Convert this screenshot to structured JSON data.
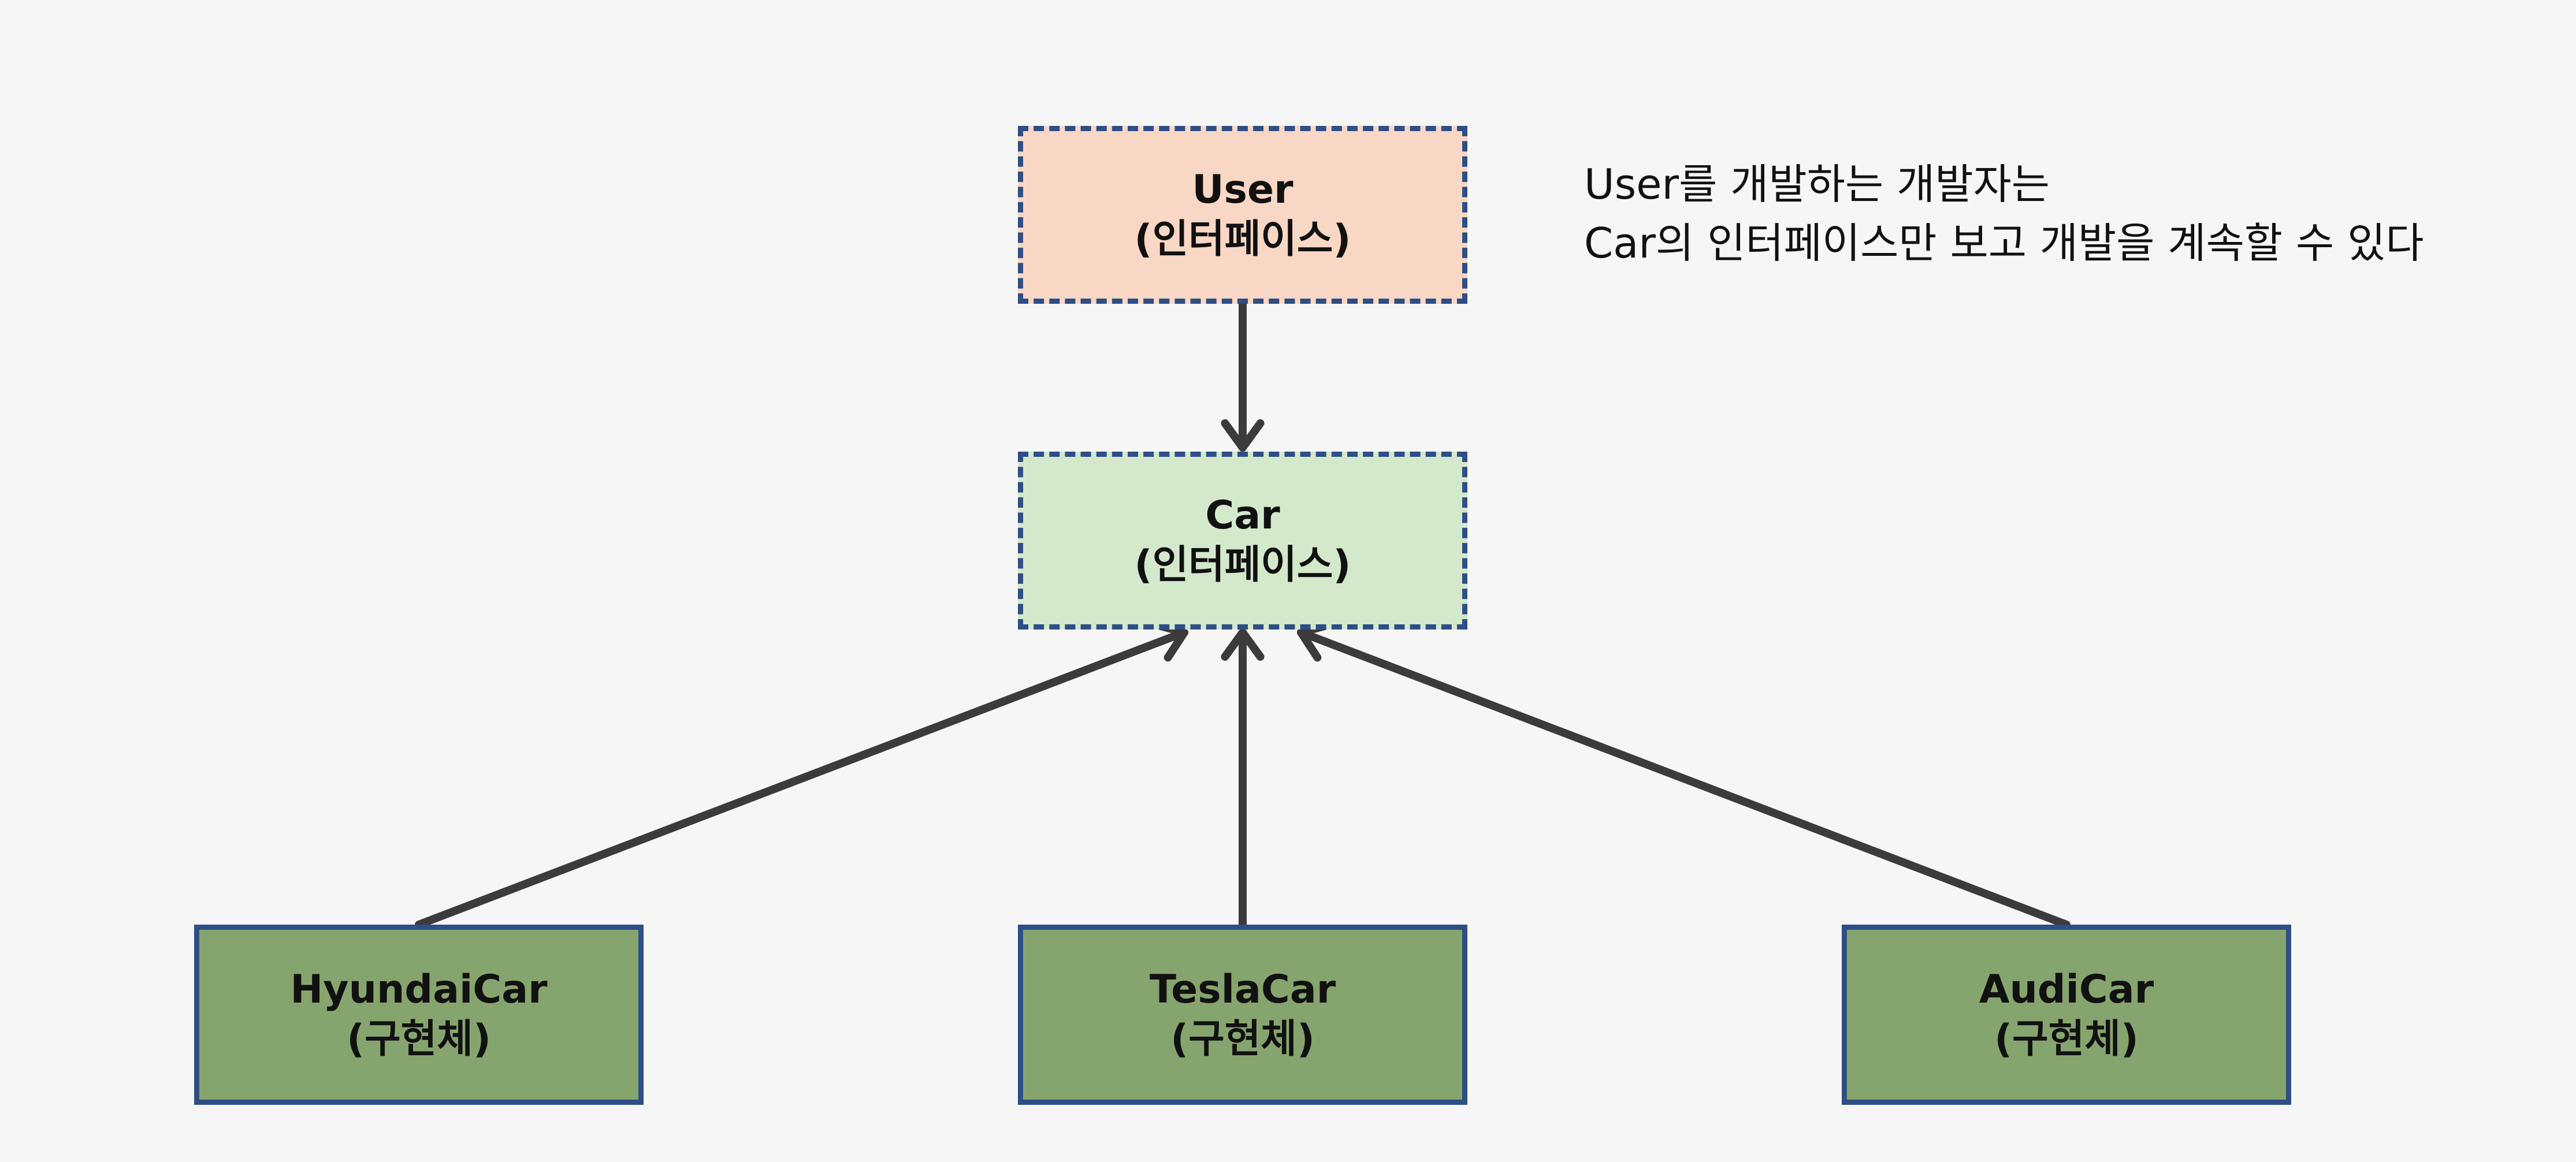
{
  "colors": {
    "background": "#f6f6f6",
    "border": "#2d4e86",
    "arrow": "#3b3b3b",
    "user_fill": "#f8d7c4",
    "car_fill": "#d4e8cc",
    "impl_fill": "#86a56e"
  },
  "nodes": {
    "user": {
      "name": "User",
      "kind": "(인터페이스)"
    },
    "car": {
      "name": "Car",
      "kind": "(인터페이스)"
    },
    "hyundai": {
      "name": "HyundaiCar",
      "kind": "(구현체)"
    },
    "tesla": {
      "name": "TeslaCar",
      "kind": "(구현체)"
    },
    "audi": {
      "name": "AudiCar",
      "kind": "(구현체)"
    }
  },
  "edges": [
    {
      "from": "user",
      "to": "car"
    },
    {
      "from": "hyundai",
      "to": "car"
    },
    {
      "from": "tesla",
      "to": "car"
    },
    {
      "from": "audi",
      "to": "car"
    }
  ],
  "note": {
    "line1": "User를 개발하는 개발자는",
    "line2": "Car의 인터페이스만 보고 개발을 계속할 수 있다"
  }
}
